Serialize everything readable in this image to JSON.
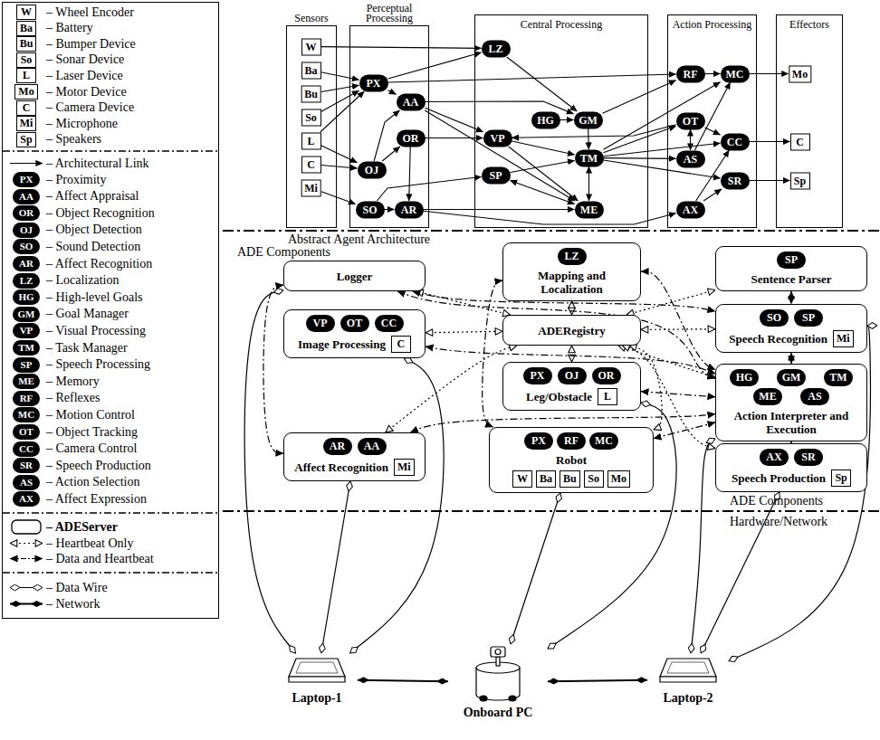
{
  "diagram": {
    "nodes": [
      {
        "text": [
          "Sensors"
        ]
      },
      {
        "text": [
          "W"
        ],
        "in": 0
      },
      {
        "text": [
          "Ba"
        ],
        "in": 0
      },
      {
        "text": [
          "Bu"
        ],
        "in": 0
      },
      {
        "text": [
          "So"
        ],
        "in": 0
      },
      {
        "text": [
          "L"
        ],
        "in": 0
      },
      {
        "text": [
          "C"
        ],
        "in": 0
      },
      {
        "text": [
          "Mi"
        ],
        "in": 0
      },
      {
        "text": [
          "Perceptual Processing"
        ]
      },
      {
        "text": [
          "PX"
        ],
        "in": 8
      },
      {
        "text": [
          "AA"
        ],
        "in": 8
      },
      {
        "text": [
          "OR"
        ],
        "in": 8
      },
      {
        "text": [
          "OJ"
        ],
        "in": 8
      },
      {
        "text": [
          "SO"
        ],
        "in": 8
      },
      {
        "text": [
          "AR"
        ],
        "in": 8
      },
      {
        "text": [
          "Central Processing"
        ]
      },
      {
        "text": [
          "LZ"
        ],
        "in": 15
      },
      {
        "text": [
          "HG"
        ],
        "in": 15
      },
      {
        "text": [
          "GM"
        ],
        "in": 15
      },
      {
        "text": [
          "VP"
        ],
        "in": 15
      },
      {
        "text": [
          "TM"
        ],
        "in": 15
      },
      {
        "text": [
          "SP"
        ],
        "in": 15
      },
      {
        "text": [
          "ME"
        ],
        "in": 15
      },
      {
        "text": [
          "Action Processing"
        ]
      },
      {
        "text": [
          "RF"
        ],
        "in": 23
      },
      {
        "text": [
          "MC"
        ],
        "in": 23
      },
      {
        "text": [
          "OT"
        ],
        "in": 23
      },
      {
        "text": [
          "CC"
        ],
        "in": 23
      },
      {
        "text": [
          "AS"
        ],
        "in": 23
      },
      {
        "text": [
          "SR"
        ],
        "in": 23
      },
      {
        "text": [
          "AX"
        ],
        "in": 23
      },
      {
        "text": [
          "Effectors"
        ]
      },
      {
        "text": [
          "Mo"
        ],
        "in": 31
      },
      {
        "text": [
          "C"
        ],
        "in": 31
      },
      {
        "text": [
          "Sp"
        ],
        "in": 31
      },
      {
        "text": [
          "Logger"
        ]
      },
      {
        "text": [
          "Mapping and Localization"
        ]
      },
      {
        "text": [
          "LZ"
        ],
        "in": 36
      },
      {
        "text": [
          "Sentence Parser"
        ]
      },
      {
        "text": [
          "SP"
        ],
        "in": 38
      },
      {
        "text": [
          "ADERegistry"
        ]
      },
      {
        "text": [
          "Image Processing"
        ]
      },
      {
        "text": [
          "VP"
        ],
        "in": 41
      },
      {
        "text": [
          "OT"
        ],
        "in": 41
      },
      {
        "text": [
          "CC"
        ],
        "in": 41
      },
      {
        "text": [
          "C"
        ],
        "in": 41
      },
      {
        "text": [
          "Speech Recognition"
        ]
      },
      {
        "text": [
          "SO"
        ],
        "in": 46
      },
      {
        "text": [
          "SP"
        ],
        "in": 46
      },
      {
        "text": [
          "Mi"
        ],
        "in": 46
      },
      {
        "text": [
          "Leg/Obstacle"
        ]
      },
      {
        "text": [
          "PX"
        ],
        "in": 50
      },
      {
        "text": [
          "OJ"
        ],
        "in": 50
      },
      {
        "text": [
          "OR"
        ],
        "in": 50
      },
      {
        "text": [
          "L"
        ],
        "in": 50
      },
      {
        "text": [
          "Action Interpreter and Execution"
        ]
      },
      {
        "text": [
          "HG"
        ],
        "in": 55
      },
      {
        "text": [
          "GM"
        ],
        "in": 55
      },
      {
        "text": [
          "TM"
        ],
        "in": 55
      },
      {
        "text": [
          "ME"
        ],
        "in": 55
      },
      {
        "text": [
          "AS"
        ],
        "in": 55
      },
      {
        "text": [
          "Affect Recognition"
        ]
      },
      {
        "text": [
          "AR"
        ],
        "in": 61
      },
      {
        "text": [
          "AA"
        ],
        "in": 61
      },
      {
        "text": [
          "Mi"
        ],
        "in": 61
      },
      {
        "text": [
          "Robot"
        ]
      },
      {
        "text": [
          "PX"
        ],
        "in": 65
      },
      {
        "text": [
          "RF"
        ],
        "in": 65
      },
      {
        "text": [
          "MC"
        ],
        "in": 65
      },
      {
        "text": [
          "W"
        ],
        "in": 65
      },
      {
        "text": [
          "Ba"
        ],
        "in": 65
      },
      {
        "text": [
          "Bu"
        ],
        "in": 65
      },
      {
        "text": [
          "So"
        ],
        "in": 65
      },
      {
        "text": [
          "Mo"
        ],
        "in": 65
      },
      {
        "text": [
          "Speech Production"
        ]
      },
      {
        "text": [
          "AX"
        ],
        "in": 74
      },
      {
        "text": [
          "SR"
        ],
        "in": 74
      },
      {
        "text": [
          "Sp"
        ],
        "in": 74
      },
      {
        "text": [
          "Laptop-1"
        ]
      },
      {
        "text": [
          "Onboard PC"
        ]
      },
      {
        "text": [
          "Laptop-2"
        ]
      }
    ],
    "edges": [
      {
        "from": 1,
        "to": 16,
        "arrow": "to"
      },
      {
        "from": 9,
        "to": 16,
        "arrow": "to"
      },
      {
        "from": 9,
        "to": 24,
        "arrow": "to"
      },
      {
        "from": 2,
        "to": 9,
        "arrow": "to"
      },
      {
        "from": 3,
        "to": 9,
        "arrow": "to"
      },
      {
        "from": 4,
        "to": 9,
        "arrow": "to"
      },
      {
        "from": 5,
        "to": 9,
        "arrow": "to"
      },
      {
        "from": 5,
        "to": 12,
        "arrow": "to"
      },
      {
        "from": 6,
        "to": 12,
        "arrow": "to"
      },
      {
        "from": 7,
        "to": 13,
        "arrow": "to"
      },
      {
        "from": 9,
        "to": 10,
        "arrow": "to"
      },
      {
        "from": 12,
        "to": 10,
        "arrow": "to"
      },
      {
        "from": 12,
        "to": 11,
        "arrow": "to"
      },
      {
        "from": 10,
        "to": 19,
        "arrow": "to"
      },
      {
        "from": 10,
        "to": 22,
        "arrow": "to"
      },
      {
        "from": 10,
        "to": 18,
        "arrow": "to"
      },
      {
        "from": 11,
        "to": 19,
        "arrow": "to"
      },
      {
        "from": 11,
        "to": 14,
        "arrow": "to"
      },
      {
        "from": 13,
        "to": 14,
        "arrow": "to"
      },
      {
        "from": 13,
        "to": 21,
        "arrow": "to"
      },
      {
        "from": 14,
        "to": 22,
        "arrow": "to"
      },
      {
        "from": 14,
        "to": 30,
        "arrow": "to"
      },
      {
        "from": 16,
        "to": 18,
        "arrow": "to"
      },
      {
        "from": 17,
        "to": 18,
        "arrow": "to"
      },
      {
        "from": 18,
        "to": 20,
        "arrow": "to"
      },
      {
        "from": 18,
        "to": 24,
        "arrow": "to"
      },
      {
        "from": 19,
        "to": 20,
        "arrow": "to"
      },
      {
        "from": 19,
        "to": 22,
        "arrow": "to"
      },
      {
        "from": 26,
        "to": 19,
        "arrow": "to"
      },
      {
        "from": 21,
        "to": 22,
        "arrow": "both"
      },
      {
        "from": 21,
        "to": 20,
        "arrow": "to"
      },
      {
        "from": 20,
        "to": 22,
        "arrow": "both"
      },
      {
        "from": 20,
        "to": 26,
        "arrow": "to"
      },
      {
        "from": 20,
        "to": 27,
        "arrow": "to"
      },
      {
        "from": 20,
        "to": 28,
        "arrow": "to"
      },
      {
        "from": 20,
        "to": 29,
        "arrow": "to"
      },
      {
        "from": 20,
        "to": 25,
        "arrow": "to"
      },
      {
        "from": 28,
        "to": 26,
        "arrow": "both"
      },
      {
        "from": 28,
        "to": 25,
        "arrow": "to"
      },
      {
        "from": 30,
        "to": 27,
        "arrow": "to"
      },
      {
        "from": 30,
        "to": 29,
        "arrow": "to"
      },
      {
        "from": 24,
        "to": 25,
        "arrow": "to"
      },
      {
        "from": 26,
        "to": 27,
        "arrow": "to"
      },
      {
        "from": 25,
        "to": 32,
        "arrow": "to"
      },
      {
        "from": 27,
        "to": 33,
        "arrow": "to"
      },
      {
        "from": 29,
        "to": 34,
        "arrow": "to"
      },
      {
        "from": 35,
        "to": 40,
        "arrow": "both"
      },
      {
        "from": 36,
        "to": 40,
        "arrow": "both"
      },
      {
        "from": 38,
        "to": 40,
        "arrow": "both"
      },
      {
        "from": 41,
        "to": 40,
        "arrow": "both"
      },
      {
        "from": 46,
        "to": 40,
        "arrow": "both"
      },
      {
        "from": 50,
        "to": 40,
        "arrow": "both"
      },
      {
        "from": 55,
        "to": 40,
        "arrow": "both"
      },
      {
        "from": 61,
        "to": 40,
        "arrow": "both"
      },
      {
        "from": 65,
        "to": 40,
        "arrow": "both"
      },
      {
        "from": 74,
        "to": 40,
        "arrow": "both"
      },
      {
        "from": 35,
        "to": 46,
        "arrow": "both"
      },
      {
        "from": 35,
        "to": 55,
        "arrow": "both"
      },
      {
        "from": 35,
        "to": 61,
        "arrow": "both"
      },
      {
        "from": 41,
        "to": 55,
        "arrow": "both"
      },
      {
        "from": 36,
        "to": 55,
        "arrow": "both"
      },
      {
        "from": 38,
        "to": 46,
        "arrow": "both"
      },
      {
        "from": 46,
        "to": 55,
        "arrow": "both"
      },
      {
        "from": 50,
        "to": 55,
        "arrow": "both"
      },
      {
        "from": 61,
        "to": 55,
        "arrow": "both"
      },
      {
        "from": 65,
        "to": 55,
        "arrow": "both"
      },
      {
        "from": 74,
        "to": 55,
        "arrow": "both"
      },
      {
        "from": 36,
        "to": 65,
        "arrow": "both"
      },
      {
        "from": 78,
        "to": 35,
        "arrow": "both"
      },
      {
        "from": 78,
        "to": 41,
        "arrow": "both"
      },
      {
        "from": 78,
        "to": 61,
        "arrow": "both"
      },
      {
        "from": 79,
        "to": 50,
        "arrow": "both"
      },
      {
        "from": 79,
        "to": 65,
        "arrow": "both"
      },
      {
        "from": 80,
        "to": 46,
        "arrow": "both"
      },
      {
        "from": 80,
        "to": 55,
        "arrow": "both"
      },
      {
        "from": 80,
        "to": 74,
        "arrow": "both"
      },
      {
        "from": 78,
        "to": 79,
        "arrow": "both"
      },
      {
        "from": 79,
        "to": 80,
        "arrow": "both"
      }
    ],
    "labels": [
      "W",
      "Ba",
      "Bu",
      "So",
      "L",
      "Mo",
      "C",
      "Mi",
      "Sp",
      "PX",
      "AA",
      "OR",
      "OJ",
      "SO",
      "AR",
      "LZ",
      "HG",
      "GM",
      "VP",
      "TM",
      "SP",
      "ME",
      "RF",
      "MC",
      "OT",
      "CC",
      "SR",
      "AS",
      "AX",
      "Abstract Agent Architecture",
      "ADE Components",
      "ADE Components",
      "Hardware/Network"
    ],
    "legend": [
      {
        "text": "– Wheel Encoder"
      },
      {
        "text": "– Battery"
      },
      {
        "text": "– Bumper Device"
      },
      {
        "text": "– Sonar Device"
      },
      {
        "text": "– Laser Device"
      },
      {
        "text": "– Motor Device"
      },
      {
        "text": "– Camera Device"
      },
      {
        "text": "– Microphone"
      },
      {
        "text": "– Speakers"
      },
      {
        "text": "– Architectural Link"
      },
      {
        "text": "– Proximity"
      },
      {
        "text": "– Affect Appraisal"
      },
      {
        "text": "– Object Recognition"
      },
      {
        "text": "– Object Detection"
      },
      {
        "text": "– Sound Detection"
      },
      {
        "text": "– Affect Recognition"
      },
      {
        "text": "– Localization"
      },
      {
        "text": "– High-level Goals"
      },
      {
        "text": "– Goal Manager"
      },
      {
        "text": "– Visual Processing"
      },
      {
        "text": "– Task Manager"
      },
      {
        "text": "– Speech Processing"
      },
      {
        "text": "– Memory"
      },
      {
        "text": "– Reflexes"
      },
      {
        "text": "– Motion Control"
      },
      {
        "text": "– Object Tracking"
      },
      {
        "text": "– Camera Control"
      },
      {
        "text": "– Speech Production"
      },
      {
        "text": "– Action Selection"
      },
      {
        "text": "– Affect Expression"
      },
      {
        "text": "– ADEServer"
      },
      {
        "text": "– Heartbeat Only"
      },
      {
        "text": "– Data and Heartbeat"
      },
      {
        "text": "– Data Wire"
      },
      {
        "text": "– Network"
      }
    ]
  }
}
